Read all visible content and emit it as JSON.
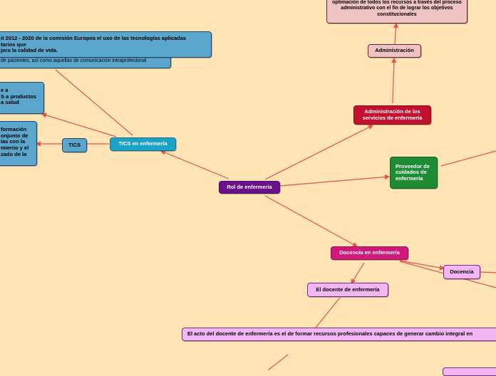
{
  "colors": {
    "background": "#ffe4b5",
    "edge": "#e5534b",
    "root": "#6a0f8e",
    "administration": "#c2102f",
    "provider": "#1e8c35",
    "teaching": "#d1197a",
    "tics": "#1aa3c7",
    "tics_children": "#5aa6cc",
    "teaching_children": "#f3b6f5",
    "administration_children": "#efc3c3"
  },
  "nodes": {
    "root": "Rol de enfermería",
    "admin_services": "Administración de los servicios de enfermería",
    "administration": "Administración",
    "admin_definition": "optimación de todos los recursos a través del proceso administrativo con el fin de lograr los objetivos constitucionales",
    "provider": "Proveedor de cuidados de enfermería",
    "teaching": "Docencia en enfermería",
    "teacher": "El docente de enfermería",
    "docencia": "Docencia",
    "teacher_act": "El acto del docente de enfermería es el de formar recursos profesionales capaces de generar cambio integral en",
    "tics_nursing": "TICS en enfermería",
    "tics": "TICS",
    "eu_commission": "it 2012 - 2020 de la comisión Europea el uso de las tecnologías aplicadas",
    "eu_line2": "tarios que",
    "eu_line3": "jora la calidad de vida.",
    "patients_line": "de pacientes, así como aquellas de comunicación intraprofesional",
    "products_line1": "e a",
    "products_line2": "S a productos",
    "products_line3": "a salud",
    "info_line1": "formación",
    "info_line2": "onjunto de",
    "info_line3": "ías con la",
    "info_line4": "miento y el",
    "info_line5": "zado de la"
  }
}
